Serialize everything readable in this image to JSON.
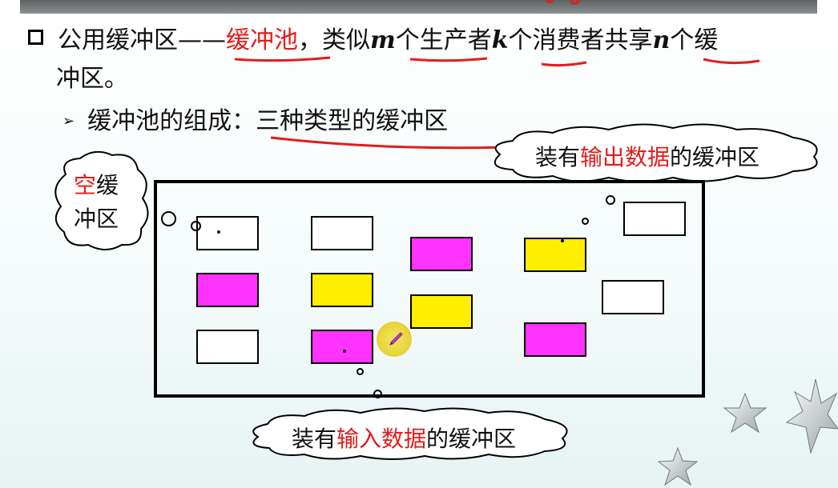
{
  "line1": {
    "a": "公用缓冲区——",
    "b": "缓冲池",
    "c": "，类似",
    "m": "m",
    "d": "个生产者",
    "k": "k",
    "e": "个消费者共享",
    "n": "n",
    "f": "个缓"
  },
  "line2": "冲区。",
  "line3": {
    "a": "缓冲池的组成：",
    "b": "三种类型的缓冲区"
  },
  "cloud_output": {
    "pre": "装有",
    "red": "输出数据",
    "post": "的缓冲区"
  },
  "cloud_input": {
    "pre": "装有",
    "red": "输入数据",
    "post": "的缓冲区"
  },
  "cloud_empty": {
    "red": "空",
    "line1_rest": "缓",
    "line2": "冲区"
  },
  "colors": {
    "full_output": "#ff33ff",
    "full_input": "#ffee00",
    "empty": "#ffffff",
    "highlight": "#e41b1b"
  }
}
